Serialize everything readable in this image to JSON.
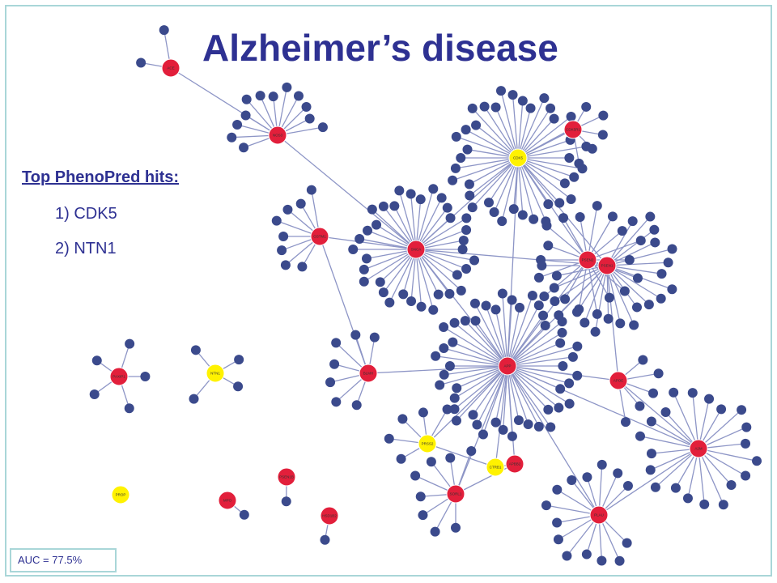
{
  "title": "Alzheimer’s disease",
  "hits": {
    "heading": "Top PhenoPred hits:",
    "items": [
      "1) CDK5",
      "2) NTN1"
    ]
  },
  "auc_label": "AUC = 77.5%",
  "colors": {
    "title": "#2e3192",
    "node_gene": "#e21f3b",
    "node_candidate": "#fff200",
    "node_neighbor": "#3b4a8c",
    "edge": "#8d95c6",
    "frame": "#a9d6d8"
  },
  "network": {
    "labeled_nodes": [
      {
        "id": "ACE",
        "label": "ACE",
        "kind": "gene"
      },
      {
        "id": "NOS3",
        "label": "NOS3",
        "kind": "gene"
      },
      {
        "id": "CDK5R1",
        "label": "CDK5R1",
        "kind": "gene"
      },
      {
        "id": "CDK5",
        "label": "CDK5",
        "kind": "candidate"
      },
      {
        "id": "SNCA",
        "label": "SNCA",
        "kind": "gene"
      },
      {
        "id": "GSTM1",
        "label": "GSTM1",
        "kind": "gene"
      },
      {
        "id": "PSEN2",
        "label": "PSEN2",
        "kind": "gene"
      },
      {
        "id": "PSEN1",
        "label": "PSEN1",
        "kind": "gene"
      },
      {
        "id": "BLMH",
        "label": "BLMH",
        "kind": "gene"
      },
      {
        "id": "APP",
        "label": "APP",
        "kind": "gene"
      },
      {
        "id": "APOE",
        "label": "APOE",
        "kind": "gene"
      },
      {
        "id": "A2M",
        "label": "A2M",
        "kind": "gene"
      },
      {
        "id": "PRSS2",
        "label": "PRSS2",
        "kind": "candidate"
      },
      {
        "id": "CTRB1",
        "label": "CTRB1",
        "kind": "candidate"
      },
      {
        "id": "APBB2",
        "label": "APBB2",
        "kind": "gene"
      },
      {
        "id": "SORL1",
        "label": "SORL1",
        "kind": "gene"
      },
      {
        "id": "PLAU",
        "label": "PLAU",
        "kind": "gene"
      },
      {
        "id": "PAXIP1",
        "label": "PAXIP1",
        "kind": "gene"
      },
      {
        "id": "NTN1",
        "label": "NTN1",
        "kind": "candidate"
      },
      {
        "id": "PROP",
        "label": "PROP",
        "kind": "candidate"
      },
      {
        "id": "MPO",
        "label": "MPO",
        "kind": "gene"
      },
      {
        "id": "PSEN1B",
        "label": "PSEN1B",
        "kind": "gene"
      },
      {
        "id": "HSD1B2",
        "label": "HSD1B2",
        "kind": "gene"
      }
    ],
    "edges": [
      [
        "ACE",
        "NOS3"
      ],
      [
        "NOS3",
        "SNCA"
      ],
      [
        "CDK5",
        "CDK5R1"
      ],
      [
        "CDK5",
        "SNCA"
      ],
      [
        "CDK5",
        "APP"
      ],
      [
        "CDK5",
        "PSEN1"
      ],
      [
        "CDK5",
        "PSEN2"
      ],
      [
        "SNCA",
        "GSTM1"
      ],
      [
        "SNCA",
        "APP"
      ],
      [
        "SNCA",
        "PSEN1"
      ],
      [
        "GSTM1",
        "BLMH"
      ],
      [
        "BLMH",
        "APP"
      ],
      [
        "PSEN1",
        "PSEN2"
      ],
      [
        "PSEN1",
        "APP"
      ],
      [
        "PSEN2",
        "APP"
      ],
      [
        "APP",
        "APOE"
      ],
      [
        "APOE",
        "A2M"
      ],
      [
        "APP",
        "A2M"
      ],
      [
        "APP",
        "PRSS2"
      ],
      [
        "APP",
        "CTRB1"
      ],
      [
        "APP",
        "APBB2"
      ],
      [
        "APP",
        "SORL1"
      ],
      [
        "APP",
        "PLAU"
      ],
      [
        "PLAU",
        "A2M"
      ],
      [
        "PRSS2",
        "CTRB1"
      ],
      [
        "CTRB1",
        "APBB2"
      ],
      [
        "APBB2",
        "SORL1"
      ],
      [
        "PSEN1",
        "APOE"
      ]
    ]
  }
}
